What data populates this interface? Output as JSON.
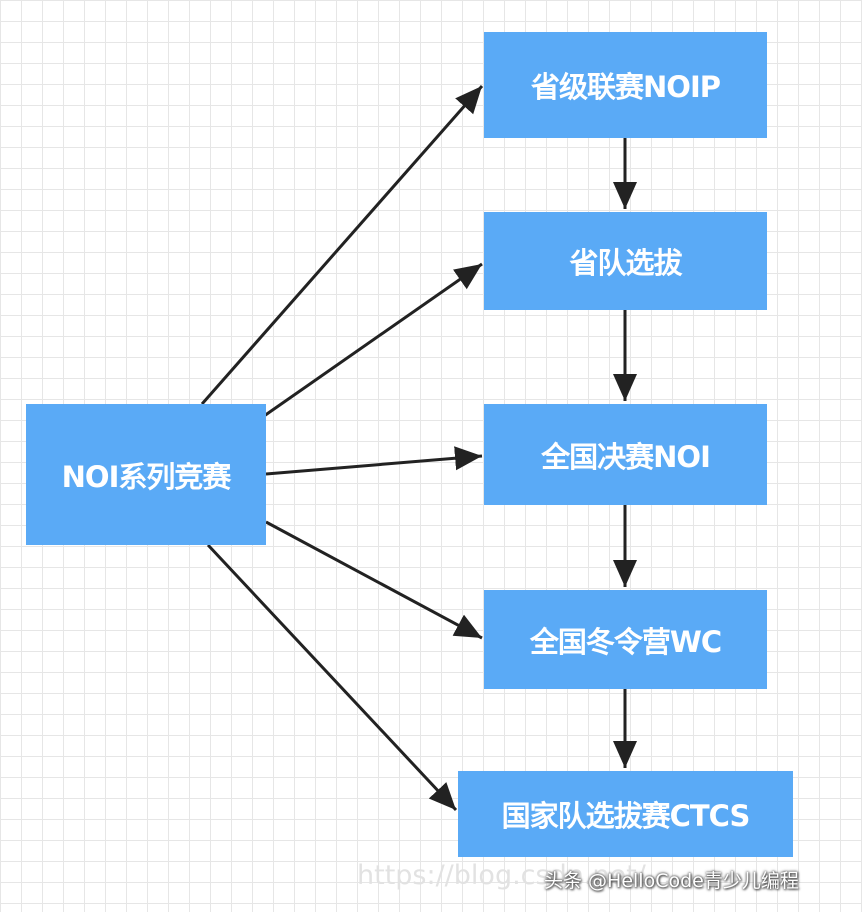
{
  "diagram": {
    "root": "NOI系列竞赛",
    "stages": [
      "省级联赛NOIP",
      "省队选拔",
      "全国决赛NOI",
      "全国冬令营WC",
      "国家队选拔赛CTCS"
    ]
  },
  "watermark": {
    "url": "https://blog.csdn.net/...",
    "author": "头条 @HelloCode青少儿编程"
  },
  "colors": {
    "node_fill": "#5aaaf6",
    "node_text": "#ffffff",
    "arrow": "#222222",
    "grid": "#e6e6e6"
  }
}
